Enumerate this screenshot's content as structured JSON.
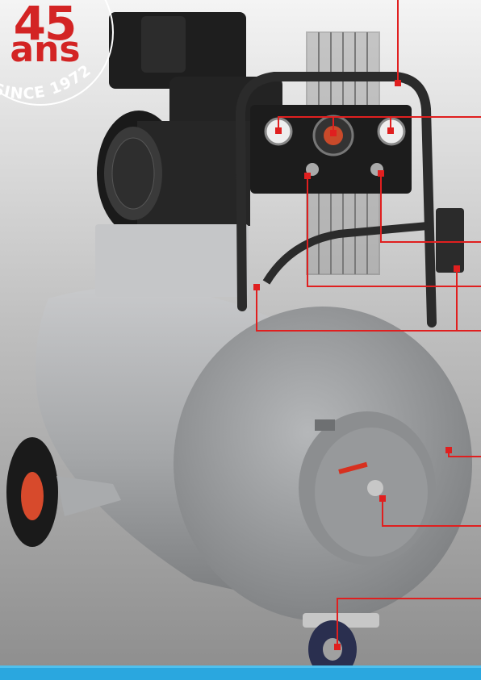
{
  "badge": {
    "number": "45",
    "unit": "ans",
    "since": "SINCE 1972",
    "color": "#d32424"
  },
  "palette": {
    "background_top": "#f2f2f2",
    "background_bottom": "#9a9a9a",
    "tank": "#a9abad",
    "frame": "#2b2b2b",
    "callout": "#e01f1f",
    "bottom_bar": "#2aa7df"
  },
  "callout_markers": [
    "frame-handle",
    "gauges",
    "outlet-tap",
    "tap-left",
    "handle-bracket",
    "tank-body",
    "drain-valve",
    "caster-wheel"
  ]
}
